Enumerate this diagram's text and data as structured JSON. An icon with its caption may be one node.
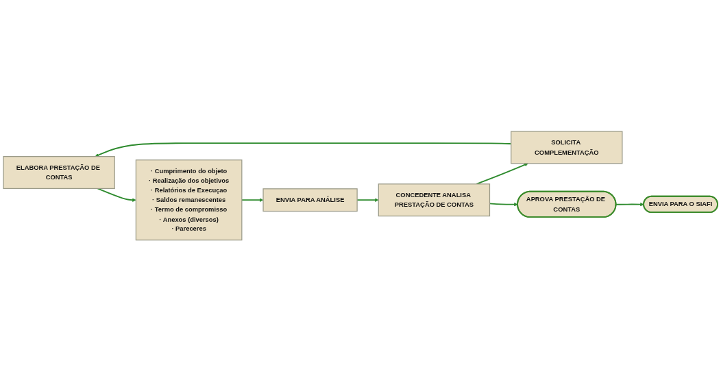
{
  "diagram": {
    "nodes": [
      {
        "text": [
          "ELABORA PRESTAÇÃO DE CONTAS"
        ]
      },
      {
        "text": [
          "· Cumprimento do objeto",
          "· Realização dos objetivos",
          "· Relatórios de Execuçao",
          "· Saldos remanescentes",
          "· Termo de compromisso",
          "· Anexos (diversos)",
          "· Pareceres"
        ]
      },
      {
        "text": [
          "ENVIA PARA ANÁLISE"
        ]
      },
      {
        "text": [
          "SOLICITA COMPLEMENTAÇÃO"
        ]
      },
      {
        "text": [
          "CONCEDENTE ANALISA PRESTAÇÃO DE CONTAS"
        ]
      },
      {
        "text": [
          "ENVIA PARA O SIAFI"
        ]
      },
      {
        "text": [
          "APROVA PRESTAÇÃO DE CONTAS"
        ]
      }
    ],
    "edges": [
      {
        "from": 0,
        "to": 1,
        "arrow": "to"
      },
      {
        "from": 1,
        "to": 2,
        "arrow": "to"
      },
      {
        "from": 2,
        "to": 4,
        "arrow": "to"
      },
      {
        "from": 4,
        "to": 3,
        "arrow": "to"
      },
      {
        "from": 3,
        "to": 0,
        "arrow": "to"
      },
      {
        "from": 4,
        "to": 6,
        "arrow": "to"
      },
      {
        "from": 6,
        "to": 5,
        "arrow": "to"
      }
    ]
  }
}
